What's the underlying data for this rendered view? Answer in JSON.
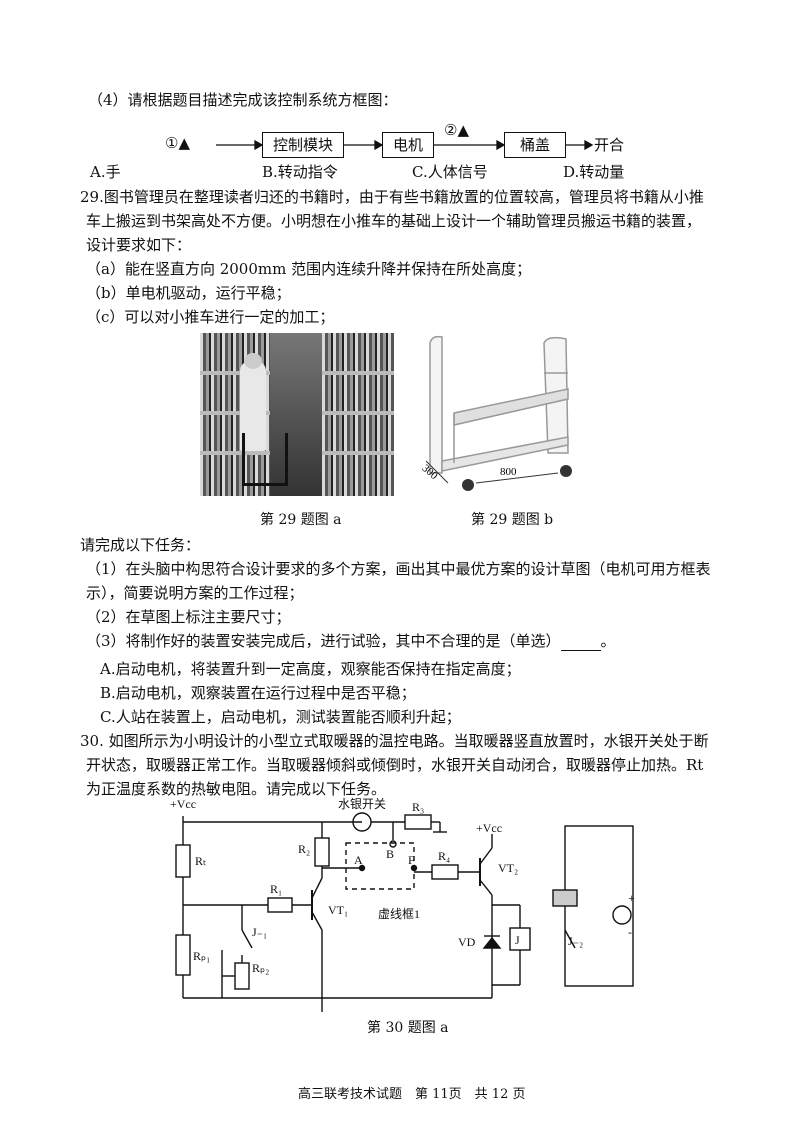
{
  "q28_4": {
    "prompt": "（4）请根据题目描述完成该控制系统方框图：",
    "blank1": "①▲",
    "blank2": "②▲",
    "box_control": "控制模块",
    "box_motor": "电机",
    "box_lid": "桶盖",
    "output": "开合",
    "options": [
      "A.手",
      "B.转动指令",
      "C.人体信号",
      "D.转动量"
    ]
  },
  "q29": {
    "intro1": "29.图书管理员在整理读者归还的书籍时，由于有些书籍放置的位置较高，管理员将书籍从小推",
    "intro2": "车上搬运到书架高处不方便。小明想在小推车的基础上设计一个辅助管理员搬运书籍的装置，",
    "intro3": "设计要求如下：",
    "req_a": "（a）能在竖直方向 2000mm 范围内连续升降并保持在所处高度；",
    "req_b": "（b）单电机驱动，运行平稳；",
    "req_c": "（c）可以对小推车进行一定的加工；",
    "fig_a": "第 29 题图 a",
    "fig_b": "第 29 题图 b",
    "dim_depth": "300",
    "dim_width": "800",
    "tasks_title": "请完成以下任务：",
    "task1a": "（1）在头脑中构思符合设计要求的多个方案，画出其中最优方案的设计草图（电机可用方框表",
    "task1b": "示），简要说明方案的工作过程；",
    "task2": "（2）在草图上标注主要尺寸；",
    "task3": "（3）将制作好的装置安装完成后，进行试验，其中不合理的是（单选）",
    "task3_end": "。",
    "optA": "A.启动电机，将装置升到一定高度，观察能否保持在指定高度；",
    "optB": "B.启动电机，观察装置在运行过程中是否平稳；",
    "optC": "C.人站在装置上，启动电机，测试装置能否顺利升起；"
  },
  "q30": {
    "intro1": "30. 如图所示为小明设计的小型立式取暖器的温控电路。当取暖器竖直放置时，水银开关处于断",
    "intro2": "开状态，取暖器正常工作。当取暖器倾斜或倾倒时，水银开关自动闭合，取暖器停止加热。Rt",
    "intro3": "为正温度系数的热敏电阻。请完成以下任务。",
    "labels": {
      "vcc1": "+Vcc",
      "vcc2": "+Vcc",
      "mercury": "水银开关",
      "r3": "R₃",
      "r2": "R₂",
      "rt": "Rₜ",
      "r1": "R₁",
      "vt1": "VT₁",
      "a": "A",
      "b": "B",
      "f": "F",
      "r4": "R₄",
      "vt2": "VT₂",
      "dashed": "虚线框1",
      "j1": "J₋₁",
      "rp1": "Rₚ₁",
      "rp2": "Rₚ₂",
      "vd": "VD",
      "j": "J",
      "j2": "J₋₂",
      "plus": "+",
      "minus": "-"
    },
    "fig": "第 30 题图 a"
  },
  "footer": "高三联考技术试题　第 11页　共 12 页"
}
